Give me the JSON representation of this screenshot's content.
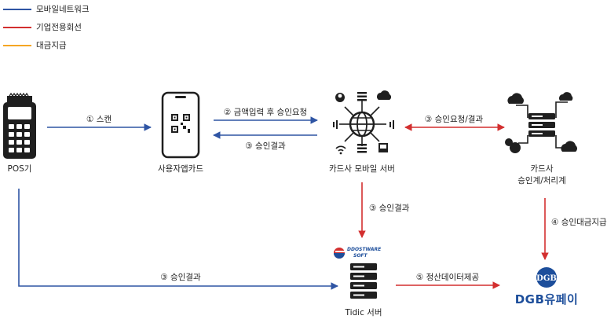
{
  "legend": [
    {
      "label": "모바일네트워크",
      "color": "#2f55a4"
    },
    {
      "label": "기업전용회선",
      "color": "#d32f2f"
    },
    {
      "label": "대금지급",
      "color": "#f5a623"
    }
  ],
  "nodes": {
    "pos": "POS기",
    "user_app": "사용자앱카드",
    "card_server": "카드사 모바일 서버",
    "card_approval_line1": "카드사",
    "card_approval_line2": "승인계/처리계",
    "tidic_server": "Tidic 서버",
    "dgb_pay": "DGB유페이",
    "dgb_logo_text": "DGB",
    "dd_logo_line1": "DDOSTWARE",
    "dd_logo_line2": "SOFT"
  },
  "edges": {
    "scan": "① 스캔",
    "amount_request": "② 금액입력 후 승인요청",
    "approval_result_to_app": "③ 승인결과",
    "approval_request_result": "③ 승인요청/결과",
    "approval_result_down": "③ 승인결과",
    "approval_amount_payment": "④ 승인대금지급",
    "approval_result_pos": "③ 승인결과",
    "settlement_data": "⑤ 정산데이터제공"
  },
  "colors": {
    "blue": "#2f55a4",
    "red": "#d32f2f",
    "orange": "#f5a623",
    "dark": "#1f1f1f",
    "dgb_blue": "#1d4e9b"
  }
}
